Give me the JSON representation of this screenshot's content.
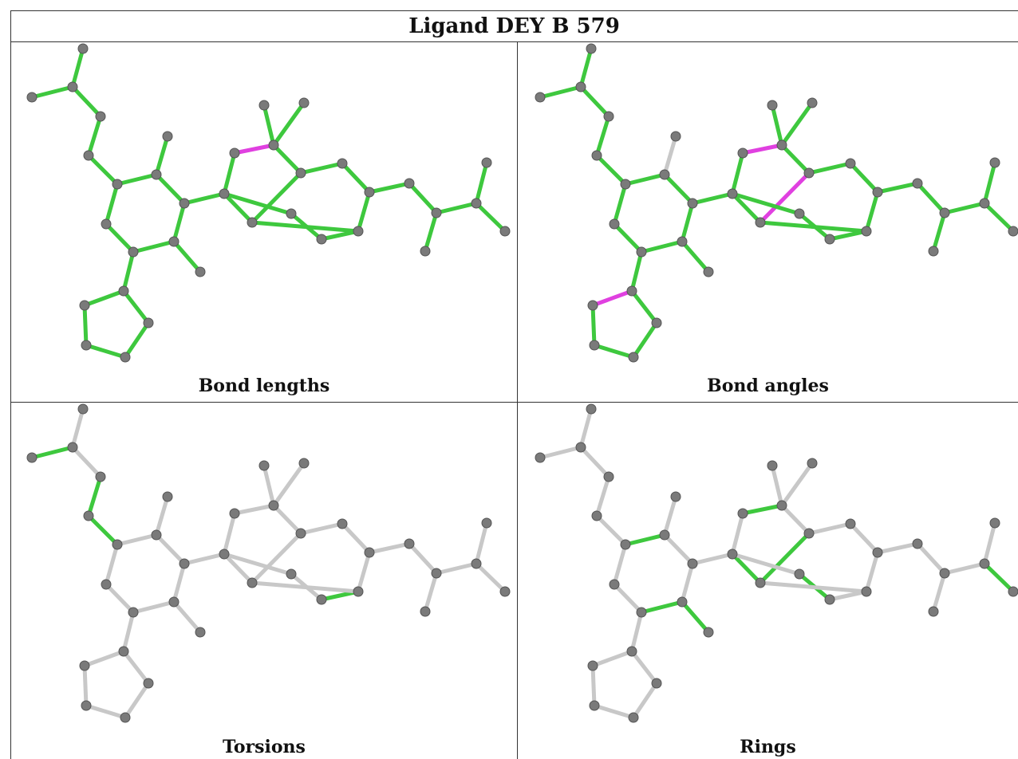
{
  "title": "Ligand DEY B 579",
  "colors": {
    "green": "#3ec83e",
    "magenta": "#e040e0",
    "grey": "#c8c8c8",
    "atom": "#7a7a7a"
  },
  "panels": [
    {
      "label": "Bond lengths",
      "bonds": {
        "magenta": [
          [
            14,
            15
          ],
          [
            10,
            16
          ],
          [
            16,
            9
          ]
        ],
        "grey": [
          [
            5,
            14
          ],
          [
            8,
            10
          ]
        ]
      }
    },
    {
      "label": "Bond angles",
      "bonds": {
        "magenta": [
          [
            13,
            24
          ],
          [
            14,
            15
          ],
          [
            15,
            24
          ],
          [
            24,
            18
          ],
          [
            18,
            19
          ],
          [
            19,
            20
          ],
          [
            15,
            25
          ],
          [
            15,
            26
          ],
          [
            10,
            16
          ],
          [
            16,
            9
          ],
          [
            9,
            27
          ],
          [
            30,
            31
          ],
          [
            31,
            32
          ]
        ],
        "grey": [
          [
            6,
            7
          ],
          [
            7,
            12
          ],
          [
            27,
            30
          ]
        ]
      }
    },
    {
      "label": "Torsions",
      "bonds": {
        "green": [
          [
            1,
            2
          ],
          [
            3,
            4
          ],
          [
            4,
            5
          ],
          [
            11,
            13
          ],
          [
            21,
            22
          ],
          [
            22,
            23
          ],
          [
            23,
            33
          ]
        ]
      }
    },
    {
      "label": "Rings",
      "bonds": {
        "green": [
          [
            5,
            6
          ],
          [
            6,
            11
          ],
          [
            11,
            12
          ],
          [
            12,
            9
          ],
          [
            9,
            10
          ],
          [
            10,
            5
          ],
          [
            13,
            24
          ],
          [
            24,
            15
          ],
          [
            15,
            14
          ],
          [
            14,
            18
          ],
          [
            18,
            19
          ],
          [
            19,
            13
          ],
          [
            18,
            17
          ],
          [
            17,
            21
          ],
          [
            21,
            20
          ],
          [
            20,
            19
          ],
          [
            27,
            28
          ],
          [
            28,
            29
          ],
          [
            29,
            30
          ],
          [
            30,
            31
          ],
          [
            31,
            27
          ]
        ]
      }
    }
  ]
}
